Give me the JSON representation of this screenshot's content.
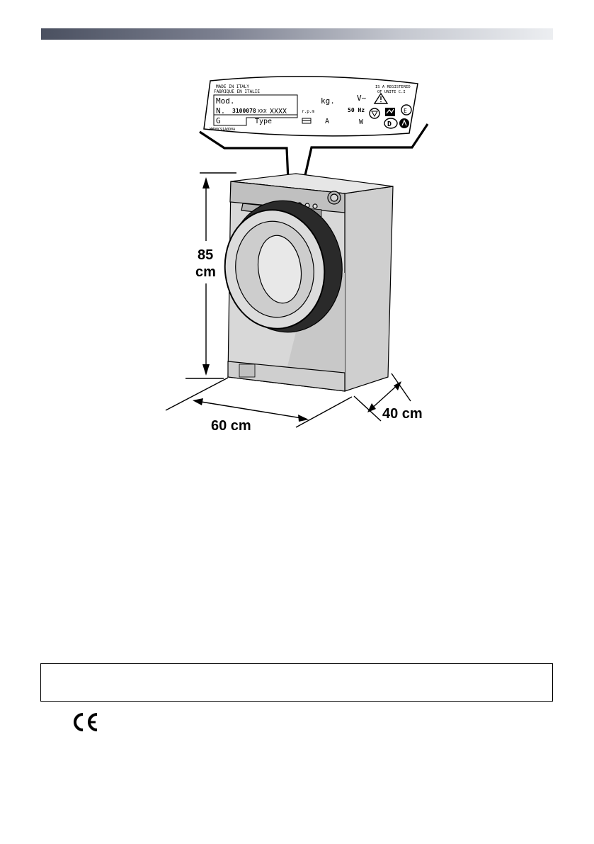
{
  "header": {
    "accent_colors": [
      "#4a5060",
      "#eceef1"
    ]
  },
  "rating_plate": {
    "made_in": "MADE IN ITALY",
    "fabrique": "FABRIQUE EN ITALIE",
    "registered_1": "IS A REGISTERED",
    "registered_2": "OF UNITE C.I",
    "mod_label": "Mod.",
    "kg_label": "kg.",
    "voltage_label": "V~",
    "n_label": "N.",
    "serial_prefix": "3100078",
    "serial_xxx": "XXX",
    "serial_suffix": "XXXX",
    "rpm_label": "r.p.m",
    "hz_label": "50 Hz",
    "g_label": "G",
    "type_label": "Type",
    "a_label": "A",
    "w_label": "W",
    "d_label": "D",
    "bottom_code": "MM98C91A0D0A"
  },
  "dimensions": {
    "height": "85",
    "height_unit": "cm",
    "width": "60 cm",
    "depth": "40 cm"
  },
  "notes": {
    "box_text": ""
  }
}
